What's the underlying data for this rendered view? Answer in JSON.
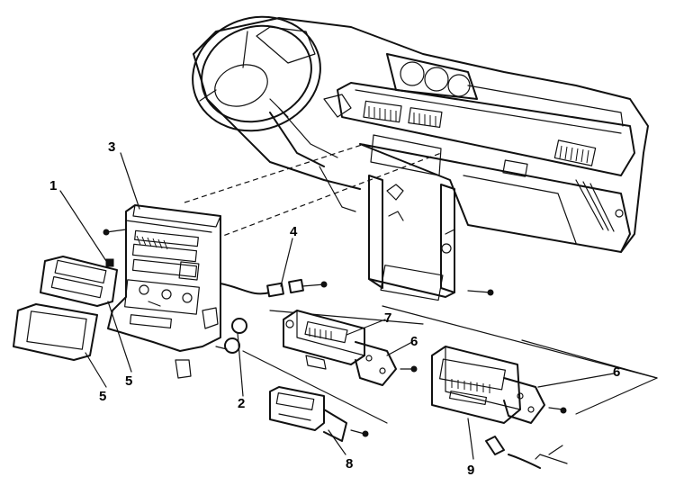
{
  "callouts": [
    {
      "id": "c1",
      "label": "1"
    },
    {
      "id": "c2",
      "label": "2"
    },
    {
      "id": "c3",
      "label": "3"
    },
    {
      "id": "c4",
      "label": "4"
    },
    {
      "id": "c5a",
      "label": "5"
    },
    {
      "id": "c5b",
      "label": "5"
    },
    {
      "id": "c6a",
      "label": "6"
    },
    {
      "id": "c6b",
      "label": "6"
    },
    {
      "id": "c7",
      "label": "7"
    },
    {
      "id": "c8",
      "label": "8"
    },
    {
      "id": "c9",
      "label": "9"
    }
  ],
  "colors": {
    "ink": "#111111",
    "paper": "#ffffff"
  }
}
